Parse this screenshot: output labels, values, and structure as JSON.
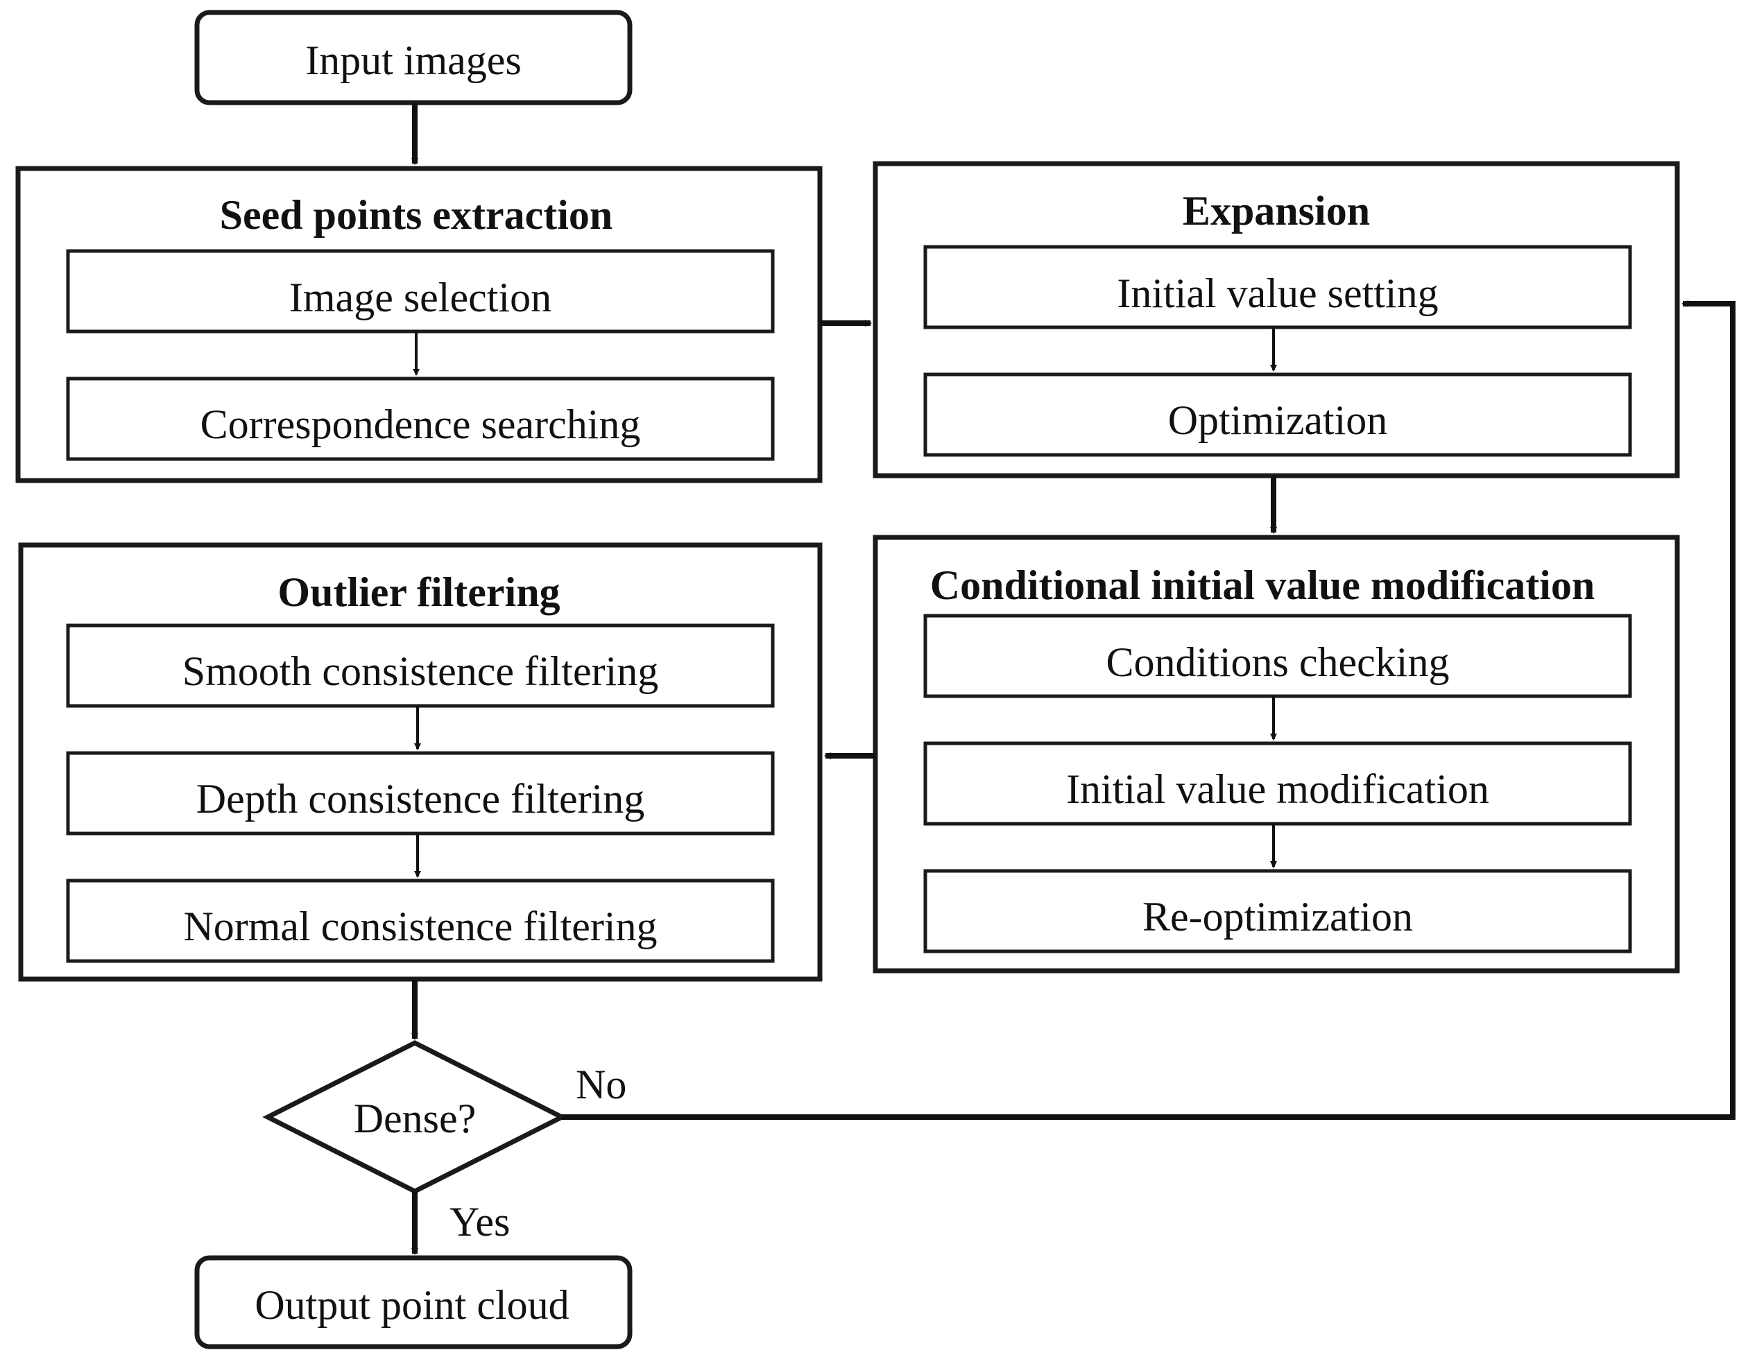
{
  "nodes": {
    "input": "Input images",
    "output": "Output point cloud",
    "decision": "Dense?"
  },
  "groups": {
    "seed": {
      "title": "Seed points extraction",
      "steps": [
        "Image selection",
        "Correspondence searching"
      ]
    },
    "expansion": {
      "title": "Expansion",
      "steps": [
        "Initial value setting",
        "Optimization"
      ]
    },
    "conditional": {
      "title": "Conditional initial value modification",
      "steps": [
        "Conditions checking",
        "Initial value modification",
        "Re-optimization"
      ]
    },
    "outlier": {
      "title": "Outlier filtering",
      "steps": [
        "Smooth consistence filtering",
        "Depth consistence filtering",
        "Normal consistence filtering"
      ]
    }
  },
  "edge_labels": {
    "no": "No",
    "yes": "Yes"
  }
}
